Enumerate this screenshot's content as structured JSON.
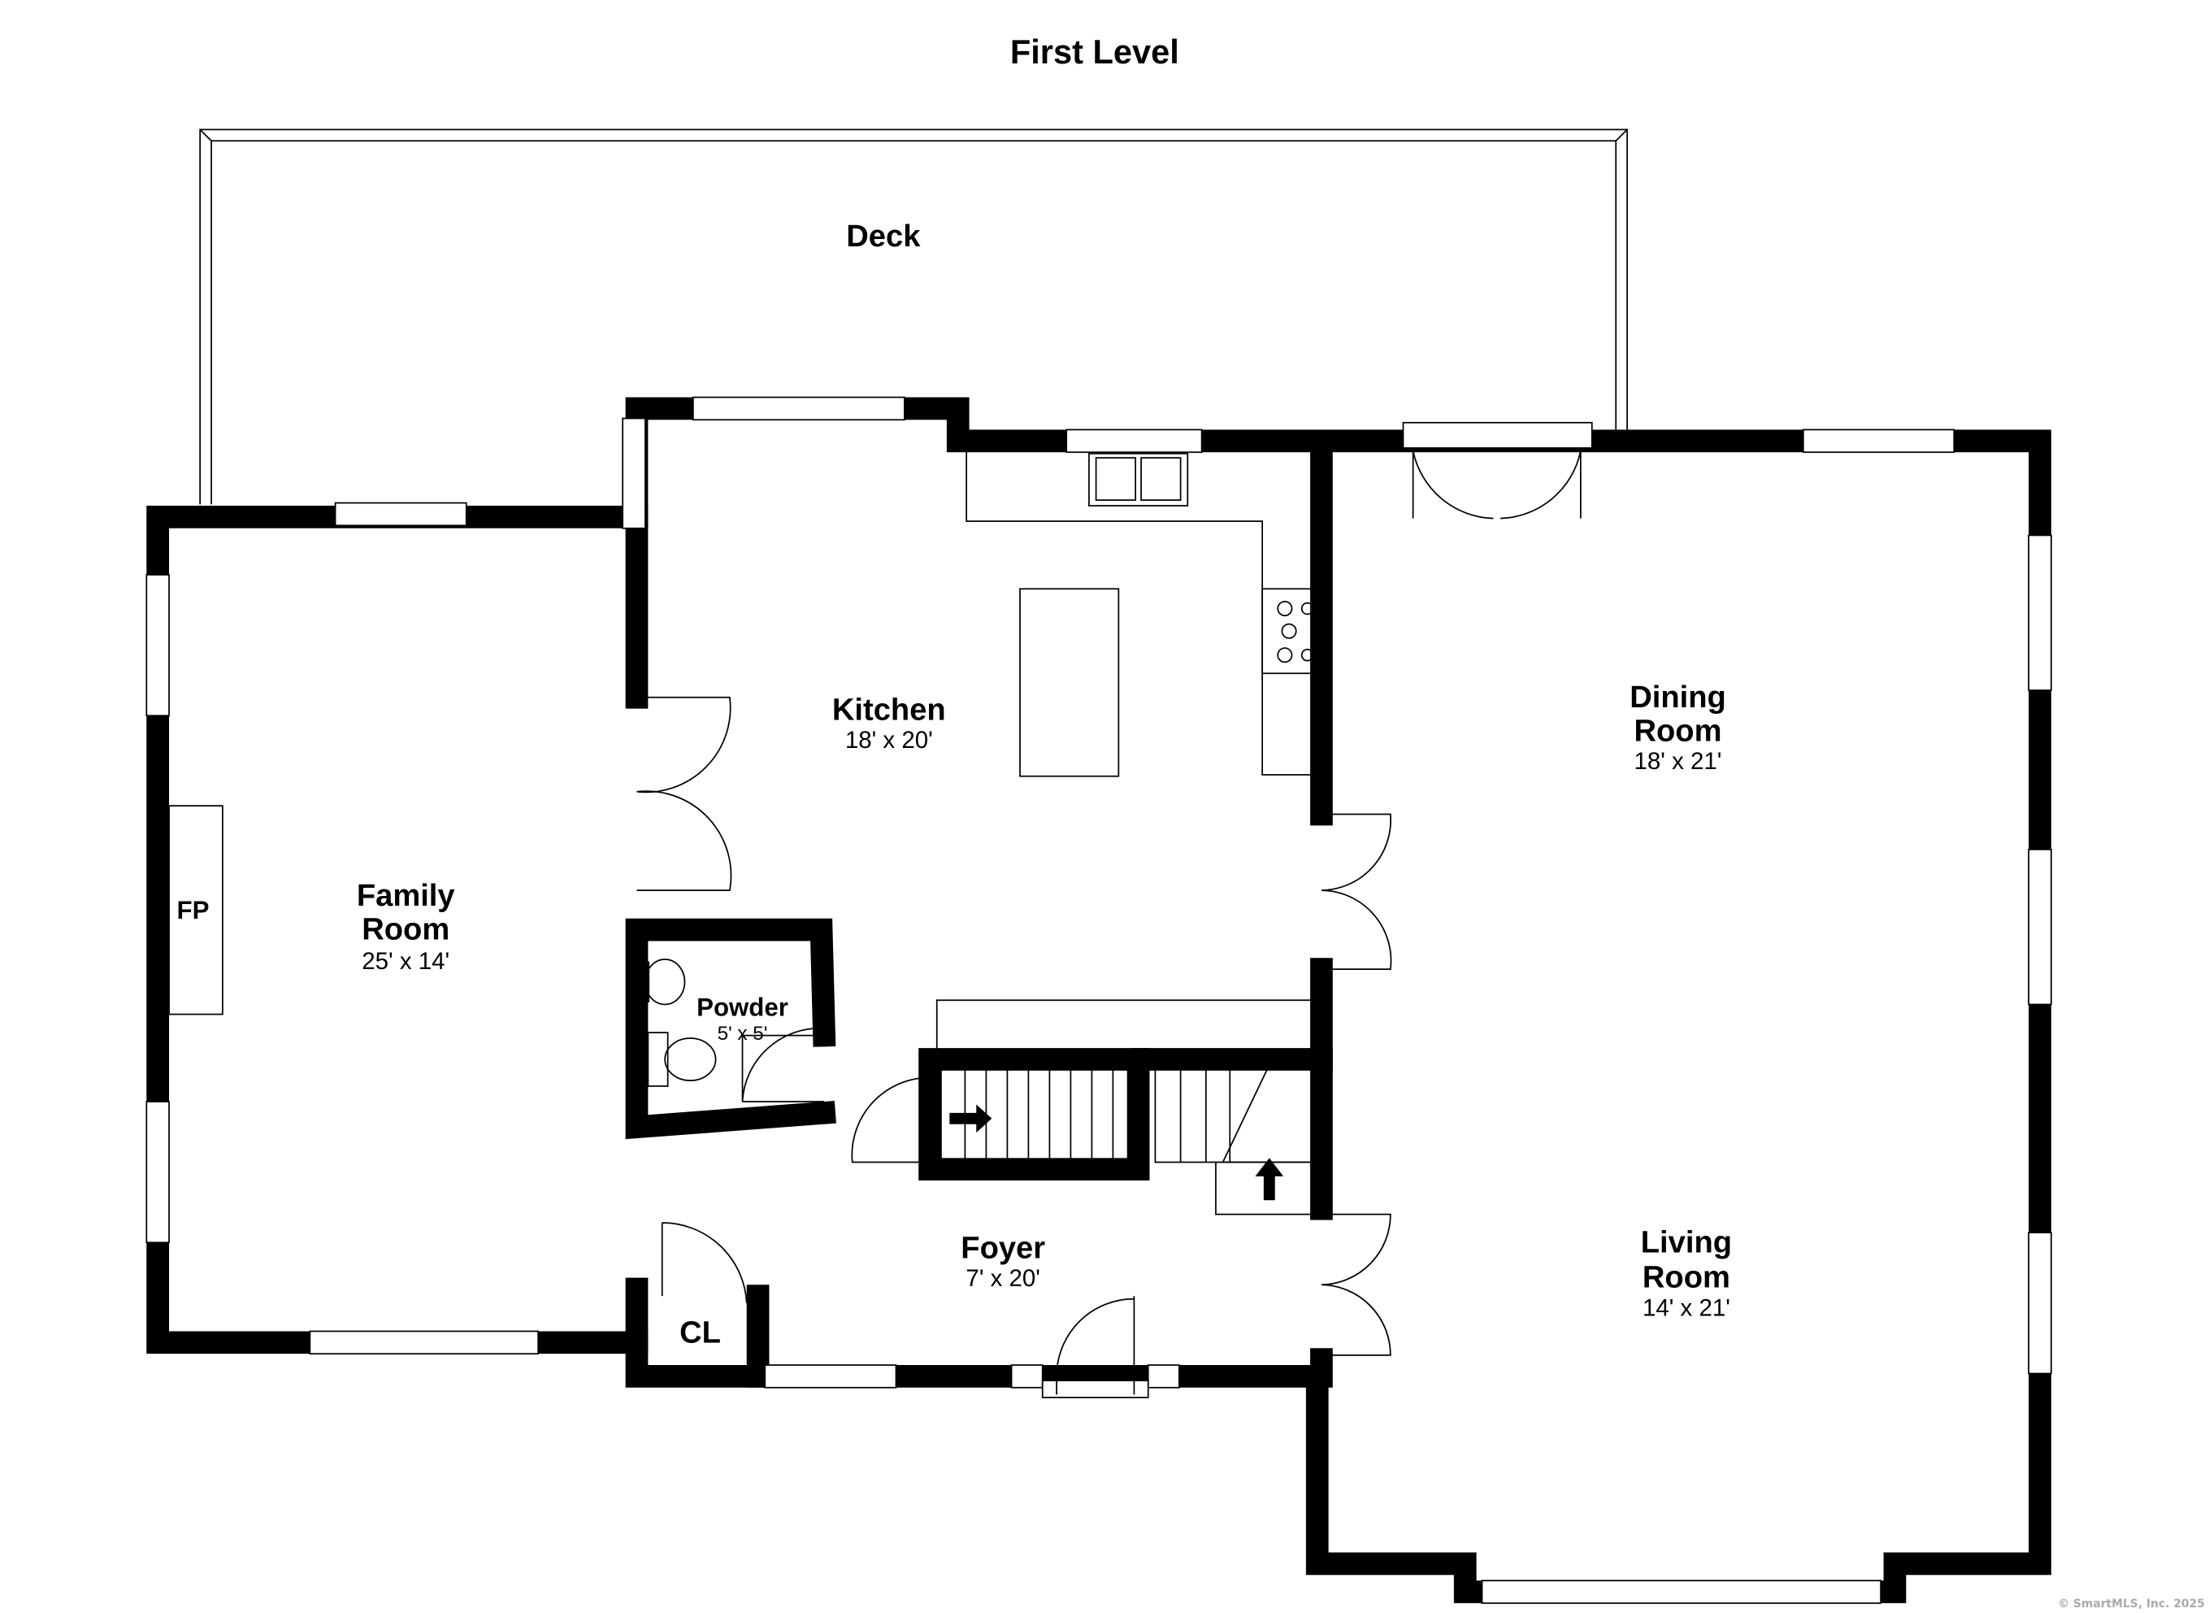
{
  "title": "First Level",
  "rooms": {
    "deck": {
      "name": "Deck"
    },
    "kitchen": {
      "name": "Kitchen",
      "size": "18' x 20'"
    },
    "dining": {
      "name_line1": "Dining",
      "name_line2": "Room",
      "size": "18' x 21'"
    },
    "family": {
      "name_line1": "Family",
      "name_line2": "Room",
      "size": "25' x 14'"
    },
    "powder": {
      "name": "Powder",
      "size": "5' x 5'"
    },
    "foyer": {
      "name": "Foyer",
      "size": "7' x 20'"
    },
    "living": {
      "name_line1": "Living",
      "name_line2": "Room",
      "size": "14' x 21'"
    },
    "closet": {
      "name": "CL"
    },
    "fireplace": {
      "name": "FP"
    }
  },
  "copyright": "© SmartMLS, Inc.  2025"
}
